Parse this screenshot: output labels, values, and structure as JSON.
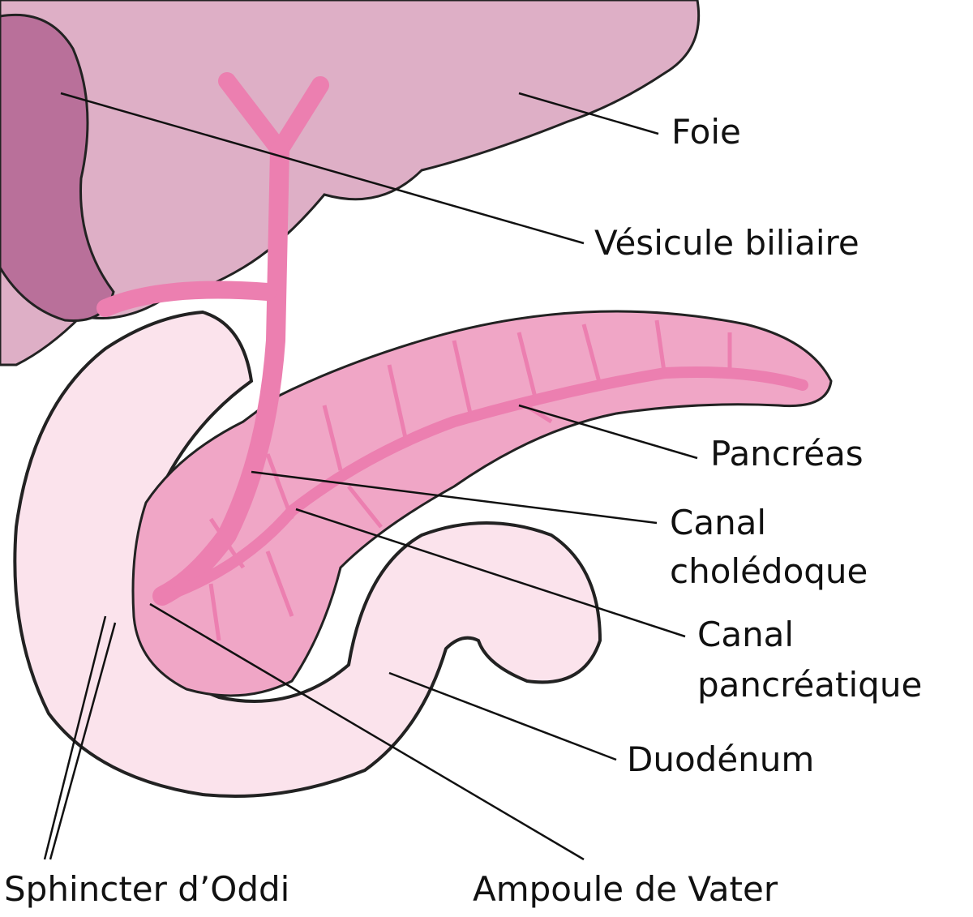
{
  "labels": {
    "liver": "Foie",
    "gallbladder": "Vésicule biliaire",
    "pancreas": "Pancréas",
    "common_bile_duct": [
      "Canal",
      "cholédoque"
    ],
    "pancreatic_duct": [
      "Canal",
      "pancréatique"
    ],
    "duodenum": "Duodénum",
    "sphincter": "Sphincter d’Oddi",
    "ampulla": "Ampoule de Vater"
  },
  "colors": {
    "liver": "#deafc6",
    "gallbladder": "#b9709a",
    "duct": "#ec7fb0",
    "pancreas": "#f0a6c6",
    "duodenum": "#fbe3ec",
    "outline": "#222222"
  }
}
